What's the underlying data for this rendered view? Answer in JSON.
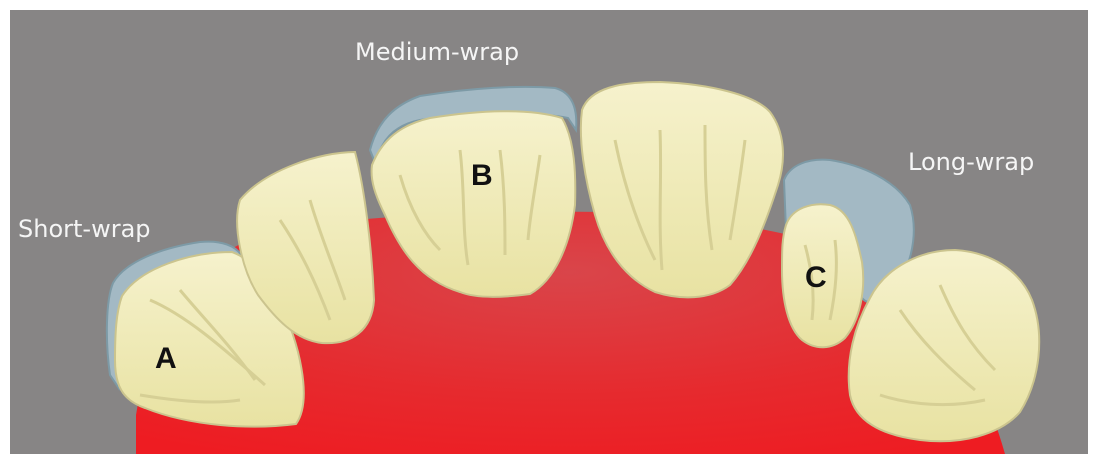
{
  "labels": {
    "short_wrap": "Short-wrap",
    "medium_wrap": "Medium-wrap",
    "long_wrap": "Long-wrap"
  },
  "teeth": {
    "a": "A",
    "b": "B",
    "c": "C"
  },
  "colors": {
    "background": "#878585",
    "gum": "#e6242a",
    "tooth": "#ece8b0",
    "wrap": "#9fb5c0",
    "label_text": "#f5f5f5",
    "letter_text": "#111111"
  }
}
